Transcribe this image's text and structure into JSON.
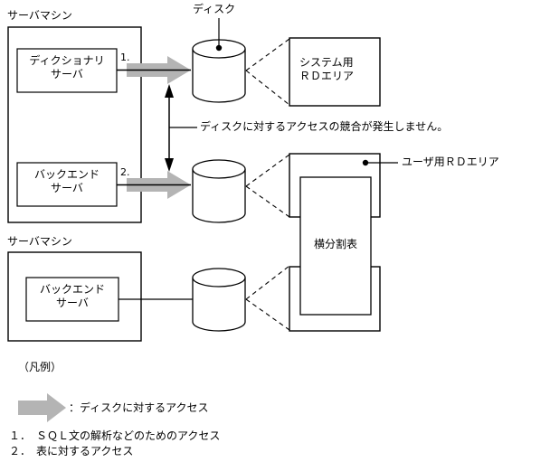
{
  "diagram": {
    "title_alt": "",
    "colors": {
      "stroke": "#000000",
      "arrow_fill": "#b4b4b4",
      "background": "#ffffff"
    },
    "server_machines": [
      {
        "label": "サーバマシン",
        "server_box": {
          "line1": "ディクショナリ",
          "line2": "サーバ"
        },
        "access_number": "1."
      },
      {
        "label": "",
        "server_box": {
          "line1": "バックエンド",
          "line2": "サーバ"
        },
        "access_number": "2."
      },
      {
        "label": "サーバマシン",
        "server_box": {
          "line1": "バックエンド",
          "line2": "サーバ"
        },
        "access_number": ""
      }
    ],
    "disk_label": "ディスク",
    "system_rd_area": {
      "line1": "システム用",
      "line2": "ＲＤエリア"
    },
    "user_rd_area_label": "ユーザ用ＲＤエリア",
    "table_label": "横分割表",
    "no_contention_note": "ディスクに対するアクセスの競合が発生しません。"
  },
  "legend": {
    "heading": "（凡例）",
    "arrow_meaning": "：ディスクに対するアクセス",
    "notes": [
      "１．　ＳＱＬ文の解析などのためのアクセス",
      "２．　表に対するアクセス"
    ]
  }
}
